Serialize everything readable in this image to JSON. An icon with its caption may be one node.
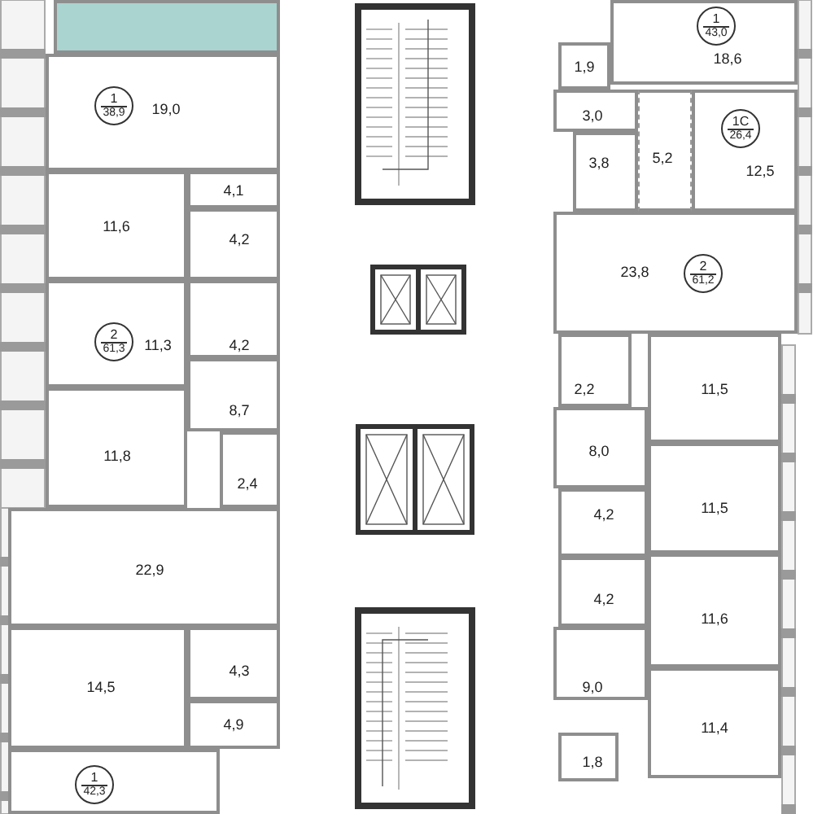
{
  "diagram": {
    "nodes": [
      {
        "text": [],
        "shape": "box"
      },
      {
        "text": [
          "19,0"
        ]
      },
      {
        "text": [
          "1",
          "38,9"
        ],
        "in": 1
      },
      {
        "text": [
          "4,1"
        ]
      },
      {
        "text": [
          "11,6"
        ]
      },
      {
        "text": [
          "4,2"
        ]
      },
      {
        "text": [
          "4,2"
        ]
      },
      {
        "text": [
          "11,3"
        ]
      },
      {
        "text": [
          "2",
          "61,3"
        ],
        "in": 7
      },
      {
        "text": [
          "8,7"
        ]
      },
      {
        "text": [
          "11,8"
        ]
      },
      {
        "text": [
          "2,4"
        ]
      },
      {
        "text": [
          "22,9"
        ]
      },
      {
        "text": [
          "14,5"
        ]
      },
      {
        "text": [
          "4,3"
        ]
      },
      {
        "text": [
          "4,9"
        ]
      },
      {
        "text": [],
        "shape": "box"
      },
      {
        "text": [
          "1",
          "42,3"
        ],
        "in": 16
      },
      {
        "text": [
          "18,6"
        ]
      },
      {
        "text": [
          "1",
          "43,0"
        ],
        "in": 18
      },
      {
        "text": [
          "1,9"
        ]
      },
      {
        "text": [
          "3,0"
        ]
      },
      {
        "text": [
          "3,8"
        ]
      },
      {
        "text": [
          "5,2"
        ]
      },
      {
        "text": [
          "12,5"
        ]
      },
      {
        "text": [
          "1С",
          "26,4"
        ],
        "in": 24
      },
      {
        "text": [
          "23,8"
        ]
      },
      {
        "text": [
          "2",
          "61,2"
        ],
        "in": 26
      },
      {
        "text": [
          "2,2"
        ]
      },
      {
        "text": [
          "11,5"
        ]
      },
      {
        "text": [
          "8,0"
        ]
      },
      {
        "text": [
          "11,5"
        ]
      },
      {
        "text": [
          "4,2"
        ]
      },
      {
        "text": [
          "4,2"
        ]
      },
      {
        "text": [
          "11,6"
        ]
      },
      {
        "text": [
          "9,0"
        ]
      },
      {
        "text": [
          "11,4"
        ]
      },
      {
        "text": [
          "1,8"
        ]
      }
    ]
  }
}
